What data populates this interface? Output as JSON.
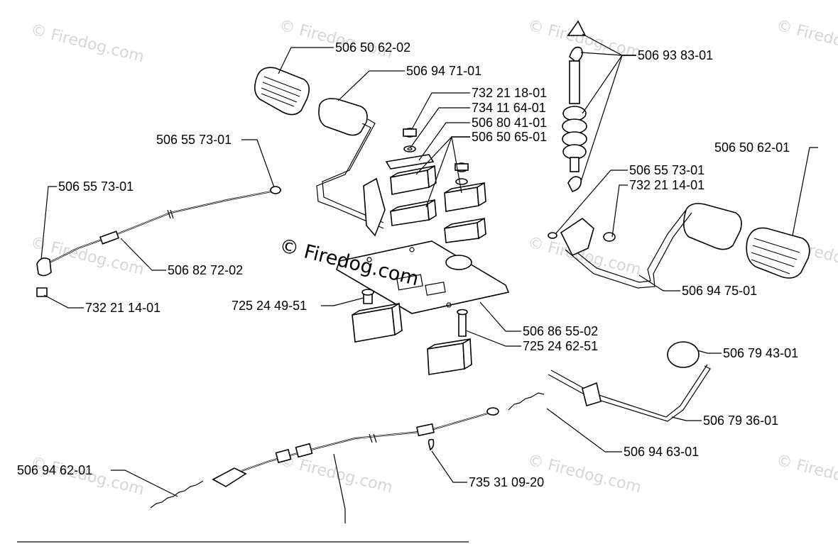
{
  "watermark": {
    "text": "© Firedog.com",
    "center_text": "© Firedog.com"
  },
  "callouts": [
    {
      "id": "pad-left-top",
      "label": "506 50 62-02"
    },
    {
      "id": "pedal-left",
      "label": "506 94 71-01"
    },
    {
      "id": "nut-small",
      "label": "732 21 18-01"
    },
    {
      "id": "washer",
      "label": "734 11 64-01"
    },
    {
      "id": "plate-small",
      "label": "506 80 41-01"
    },
    {
      "id": "blocks",
      "label": "506 50 65-01"
    },
    {
      "id": "spring-assy",
      "label": "506 93 83-01"
    },
    {
      "id": "ball-joint-top",
      "label": "506 55 73-01"
    },
    {
      "id": "ball-joint-left",
      "label": "506 55 73-01"
    },
    {
      "id": "cable-top",
      "label": "506 82 72-02"
    },
    {
      "id": "nut-left",
      "label": "732 21 14-01"
    },
    {
      "id": "ball-joint-right",
      "label": "506 55 73-01"
    },
    {
      "id": "nut-right",
      "label": "732 21 14-01"
    },
    {
      "id": "pad-right",
      "label": "506 50 62-01"
    },
    {
      "id": "pedal-right",
      "label": "506 94 75-01"
    },
    {
      "id": "screw-left",
      "label": "725 24 49-51"
    },
    {
      "id": "base-plate",
      "label": "506 86 55-02"
    },
    {
      "id": "screw-bottom",
      "label": "725 24 62-51"
    },
    {
      "id": "knob",
      "label": "506 79 43-01"
    },
    {
      "id": "rod",
      "label": "506 79 36-01"
    },
    {
      "id": "spring-small",
      "label": "506 94 63-01"
    },
    {
      "id": "clip",
      "label": "735 31 09-20"
    },
    {
      "id": "spring-cable-end",
      "label": "506 94 62-01"
    }
  ]
}
